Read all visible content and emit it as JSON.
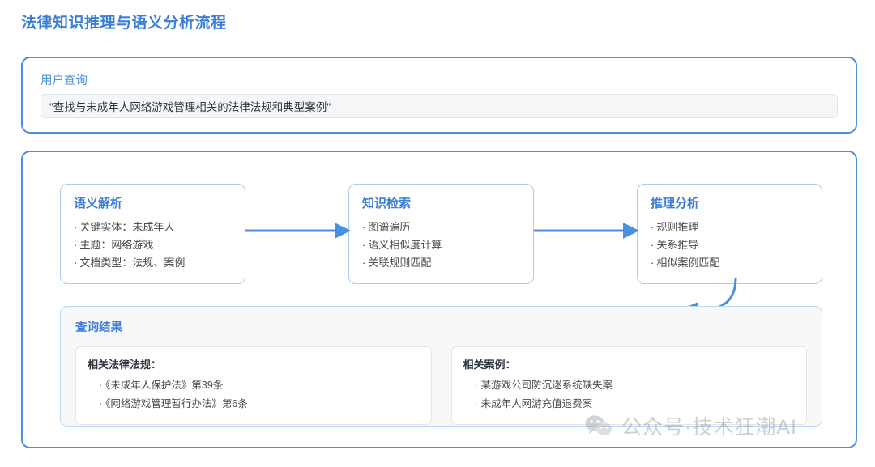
{
  "page": {
    "title": "法律知识推理与语义分析流程",
    "title_color": "#3b7dd8"
  },
  "query_panel": {
    "label": "用户查询",
    "query_value": "\"查找与未成年人网络游戏管理相关的法律法规和典型案例\"",
    "border_color": "#4a90e2"
  },
  "flow": {
    "border_color": "#4a90e2",
    "arrow_color": "#4a90e2",
    "stages": [
      {
        "title": "语义解析",
        "items": [
          "关键实体：未成年人",
          "主题：网络游戏",
          "文档类型：法规、案例"
        ]
      },
      {
        "title": "知识检索",
        "items": [
          "图谱遍历",
          "语义相似度计算",
          "关联规则匹配"
        ]
      },
      {
        "title": "推理分析",
        "items": [
          "规则推理",
          "关系推导",
          "相似案例匹配"
        ]
      }
    ]
  },
  "results": {
    "title": "查询结果",
    "cards": [
      {
        "title": "相关法律法规：",
        "items": [
          "《未成年人保护法》第39条",
          "《网络游戏管理暂行办法》第6条"
        ]
      },
      {
        "title": "相关案例：",
        "items": [
          "某游戏公司防沉迷系统缺失案",
          "未成年人网游充值退费案"
        ]
      }
    ]
  },
  "watermark": {
    "text": "公众号·技术狂潮AI",
    "icon": "wechat-icon"
  },
  "bullet": "·"
}
